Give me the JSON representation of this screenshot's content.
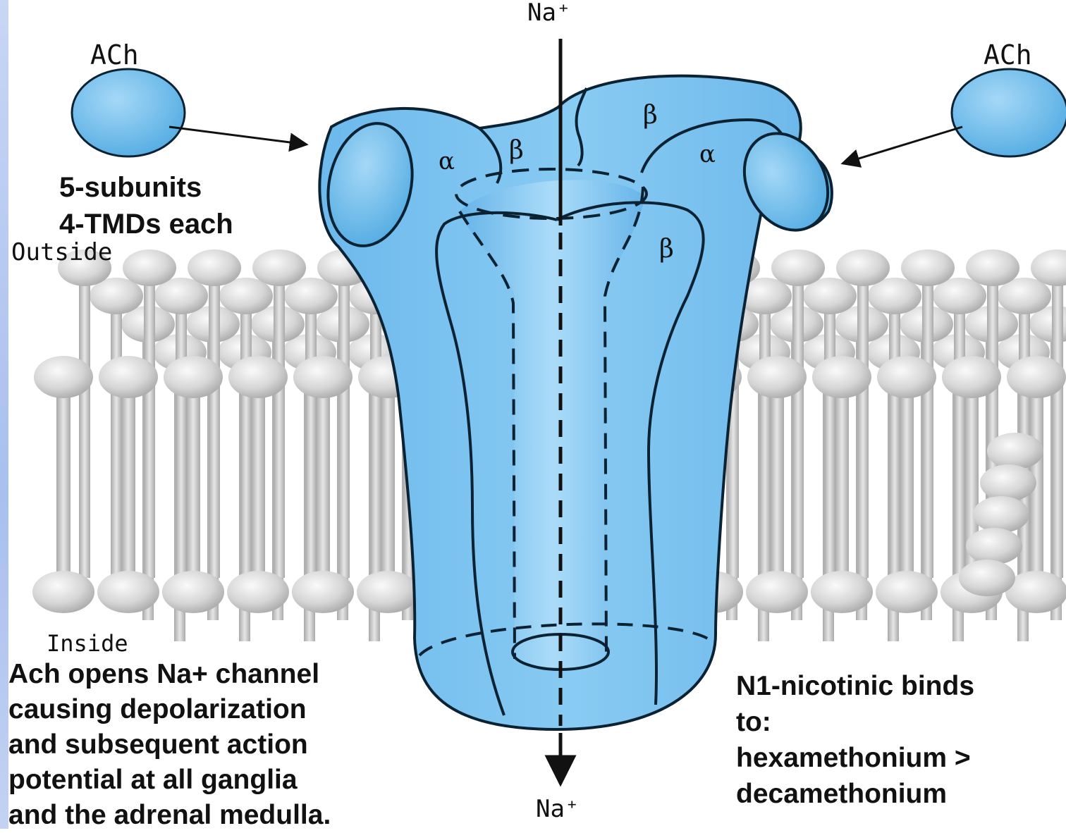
{
  "labels": {
    "na_top": "Na⁺",
    "na_bottom": "Na⁺",
    "ach_left": "ACh",
    "ach_right": "ACh",
    "subunits_line1": "5-subunits",
    "subunits_line2": "4-TMDs each",
    "outside": "Outside",
    "inside": "Inside",
    "alpha_left": "α",
    "alpha_right": "α",
    "beta_top": "β",
    "beta_mid": "β",
    "beta_right": "β"
  },
  "notes": {
    "left_lines": [
      "Ach opens Na+ channel",
      "causing depolarization",
      "and subsequent action",
      "potential at all ganglia",
      "and the adrenal medulla."
    ],
    "right_lines": [
      "N1-nicotinic binds",
      "to:",
      "hexamethonium >",
      "decamethonium"
    ]
  },
  "colors": {
    "receptor_fill": "#7cc2ef",
    "receptor_stroke": "#0b2233",
    "ach_fill": "#6fbcec",
    "membrane_head": "#d9d9d9",
    "membrane_tail": "#bdbdbd"
  }
}
